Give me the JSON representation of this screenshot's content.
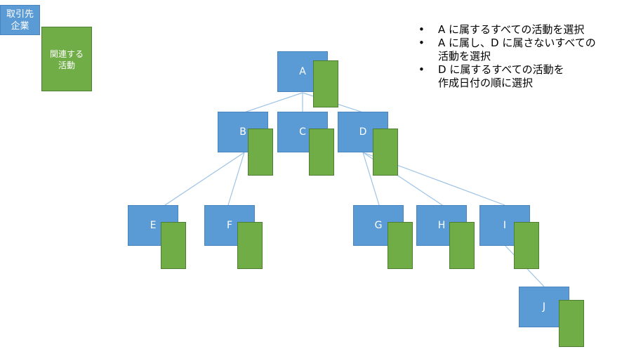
{
  "legend": {
    "company_lines": [
      "取引先",
      "企業"
    ],
    "activity_lines": [
      "関連する",
      "活動"
    ]
  },
  "nodes": {
    "A": "A",
    "B": "B",
    "C": "C",
    "D": "D",
    "E": "E",
    "F": "F",
    "G": "G",
    "H": "H",
    "I": "I",
    "J": "J"
  },
  "notes": [
    [
      "A に属するすべての活動を選択"
    ],
    [
      "A に属し、D に属さないすべての",
      "活動を選択"
    ],
    [
      "D に属するすべての活動を",
      "作成日付の順に選択"
    ]
  ],
  "bullet": "•",
  "colors": {
    "company": "#5b9bd5",
    "activity": "#70ad47",
    "link": "#9dc3e6"
  }
}
